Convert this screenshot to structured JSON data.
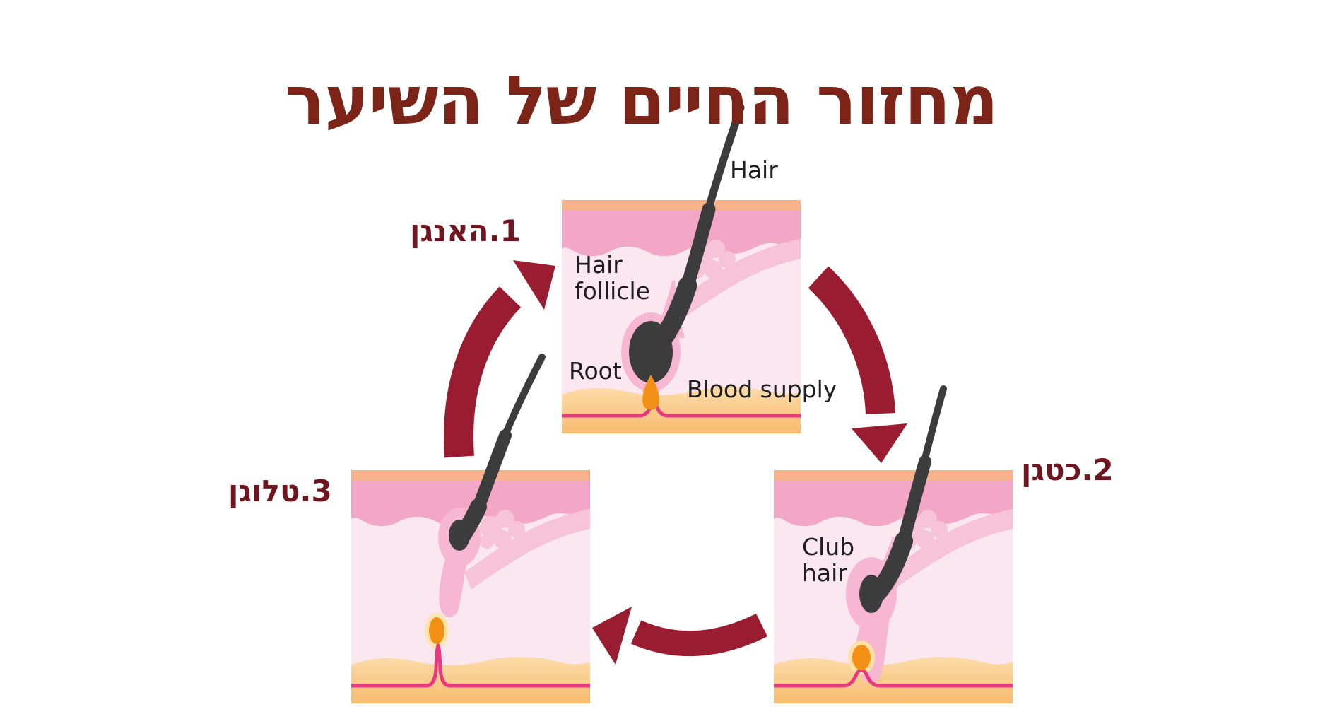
{
  "title": "מחזור החיים של השיער",
  "stage_labels": {
    "anagen": "1.האנגן",
    "catagen": "2.כטגן",
    "telogen": "3.טלוגן"
  },
  "annotations": {
    "hair": "Hair",
    "hair_follicle": "Hair follicle",
    "root": "Root",
    "blood_supply": "Blood supply",
    "club_hair": "Club hair"
  },
  "colors": {
    "title_text": "#7c2418",
    "stage_label_text": "#6f1520",
    "arrow": "#9a1c31",
    "annotation_text": "#1f1f1f",
    "hair": "#3d3c3c",
    "skin_surface": "#f8b289",
    "epidermis": "#f3a7c6",
    "dermis": "#fbe7f0",
    "gland": "#f6c3d9",
    "follicle_sheath": "#f7b7d2",
    "fat_layer_top": "#fcdcaa",
    "fat_layer_bottom": "#f8bc70",
    "blood_vessel": "#e8397f",
    "papilla": "#f28f15"
  }
}
